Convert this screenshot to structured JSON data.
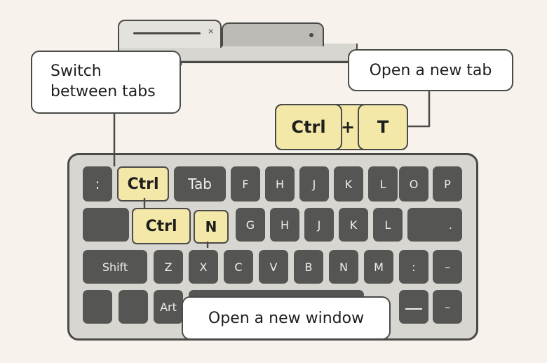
{
  "browser": {
    "tab_close_icon": "×"
  },
  "callouts": {
    "switch_tabs": [
      "Switch",
      "between tabs"
    ],
    "new_tab": "Open a new tab",
    "new_window": "Open a new window"
  },
  "combo": {
    "key1": "Ctrl",
    "plus": "+",
    "key2": "T"
  },
  "keyboard": {
    "row1": [
      ":",
      "Ctrl",
      "Tab",
      "F",
      "H",
      "J",
      "K",
      "L",
      "O",
      "P"
    ],
    "row2": [
      "",
      "Ctrl",
      "N",
      "G",
      "H",
      "J",
      "K",
      "L",
      "."
    ],
    "row3": [
      "Shift",
      "Z",
      "X",
      "C",
      "V",
      "B",
      "N",
      "M",
      ":",
      "–"
    ],
    "row4": [
      "",
      "",
      "Art",
      "",
      "",
      "–"
    ]
  },
  "colors": {
    "highlight": "#f4e8a8",
    "key": "#555553",
    "outline": "#4a4a48",
    "background": "#f7f3ec"
  }
}
